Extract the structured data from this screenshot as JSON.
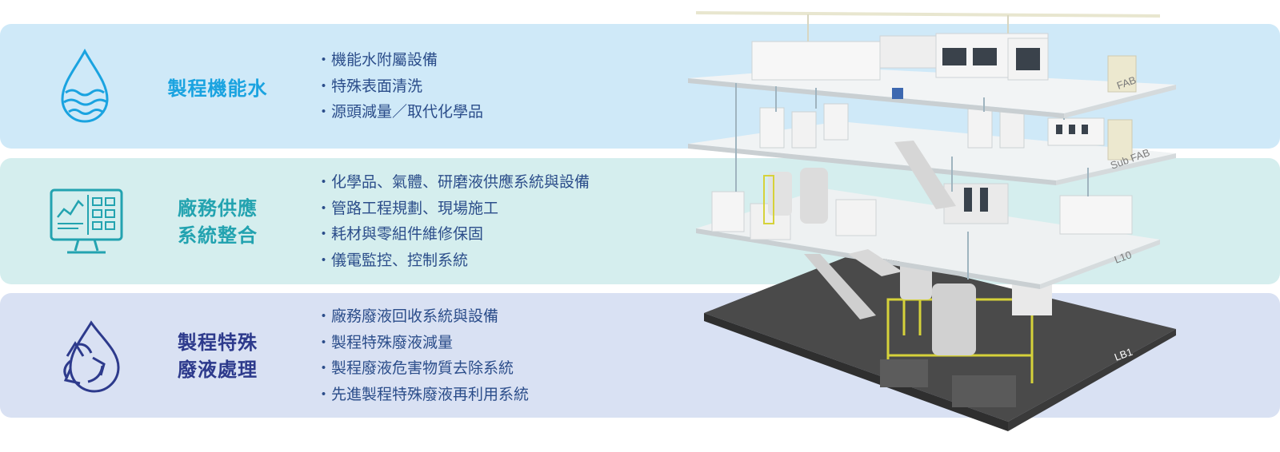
{
  "sections": [
    {
      "title_lines": [
        "製程機能水"
      ],
      "icon": "water-drop-icon",
      "color": "#1aa3e0",
      "items": [
        "機能水附屬設備",
        "特殊表面清洗",
        "源頭減量／取代化學品"
      ]
    },
    {
      "title_lines": [
        "廠務供應",
        "系統整合"
      ],
      "icon": "monitor-dashboard-icon",
      "color": "#23a3b0",
      "items": [
        "化學品、氣體、研磨液供應系統與設備",
        "管路工程規劃、現場施工",
        "耗材與零組件維修保固",
        "儀電監控、控制系統"
      ]
    },
    {
      "title_lines": [
        "製程特殊",
        "廢液處理"
      ],
      "icon": "recycle-drop-icon",
      "color": "#2d3a8c",
      "items": [
        "廠務廢液回收系統與設備",
        "製程特殊廢液減量",
        "製程廢液危害物質去除系統",
        "先進製程特殊廢液再利用系統"
      ]
    }
  ],
  "floors": {
    "fab": "FAB",
    "subfab": "Sub FAB",
    "l10": "L10",
    "lb1": "LB1"
  }
}
